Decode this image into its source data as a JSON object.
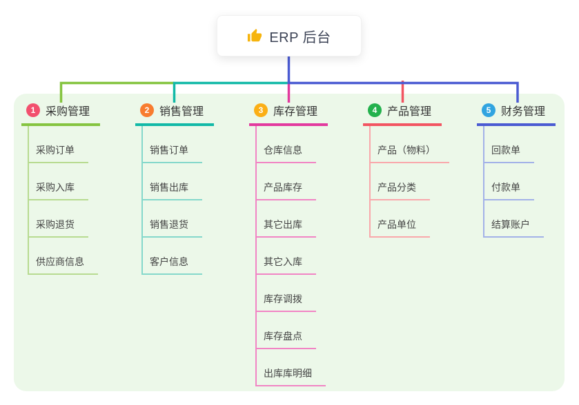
{
  "root": {
    "label": "ERP 后台",
    "icon": "thumbs-up-icon",
    "icon_color": "#f6b40e"
  },
  "panel": {
    "background": "#ecf8e9"
  },
  "connector": {
    "root_color": "#4b5bd2"
  },
  "branches": [
    {
      "badge": "1",
      "label": "采购管理",
      "badge_color": "#f2506e",
      "line_color": "#85c440",
      "item_line_color": "#b7db90",
      "items": [
        "采购订单",
        "采购入库",
        "采购退货",
        "供应商信息"
      ]
    },
    {
      "badge": "2",
      "label": "销售管理",
      "badge_color": "#f87c2f",
      "line_color": "#12b9a7",
      "item_line_color": "#84d8cb",
      "items": [
        "销售订单",
        "销售出库",
        "销售退货",
        "客户信息"
      ]
    },
    {
      "badge": "3",
      "label": "库存管理",
      "badge_color": "#fbaf16",
      "line_color": "#e23a9e",
      "item_line_color": "#f184c4",
      "items": [
        "仓库信息",
        "产品库存",
        "其它出库",
        "其它入库",
        "库存调拨",
        "库存盘点",
        "出库库明细"
      ]
    },
    {
      "badge": "4",
      "label": "产品管理",
      "badge_color": "#23b14d",
      "line_color": "#f25562",
      "item_line_color": "#f9a8ab",
      "items": [
        "产品（物料）",
        "产品分类",
        "产品单位"
      ]
    },
    {
      "badge": "5",
      "label": "财务管理",
      "badge_color": "#31a4e0",
      "line_color": "#4b5bd2",
      "item_line_color": "#a2b1e8",
      "items": [
        "回款单",
        "付款单",
        "结算账户"
      ]
    }
  ]
}
